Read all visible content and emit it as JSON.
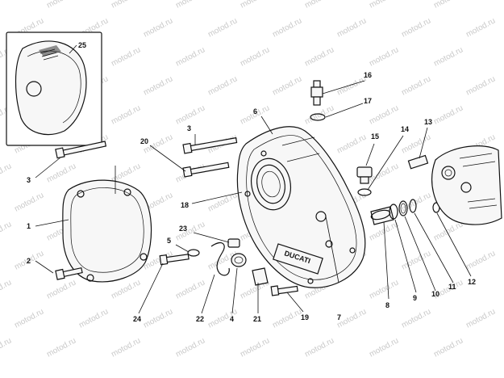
{
  "watermark": "motod.ru",
  "brand_plate": "DUCATI",
  "labels": {
    "l1": "1",
    "l2": "2",
    "l3a": "3",
    "l3b": "3",
    "l4": "4",
    "l5": "5",
    "l6": "6",
    "l7": "7",
    "l8": "8",
    "l9": "9",
    "l10": "10",
    "l11": "11",
    "l12": "12",
    "l13": "13",
    "l14": "14",
    "l15": "15",
    "l16": "16",
    "l17": "17",
    "l18": "18",
    "l19": "19",
    "l20": "20",
    "l21": "21",
    "l22": "22",
    "l23": "23",
    "l24": "24",
    "l25": "25"
  }
}
